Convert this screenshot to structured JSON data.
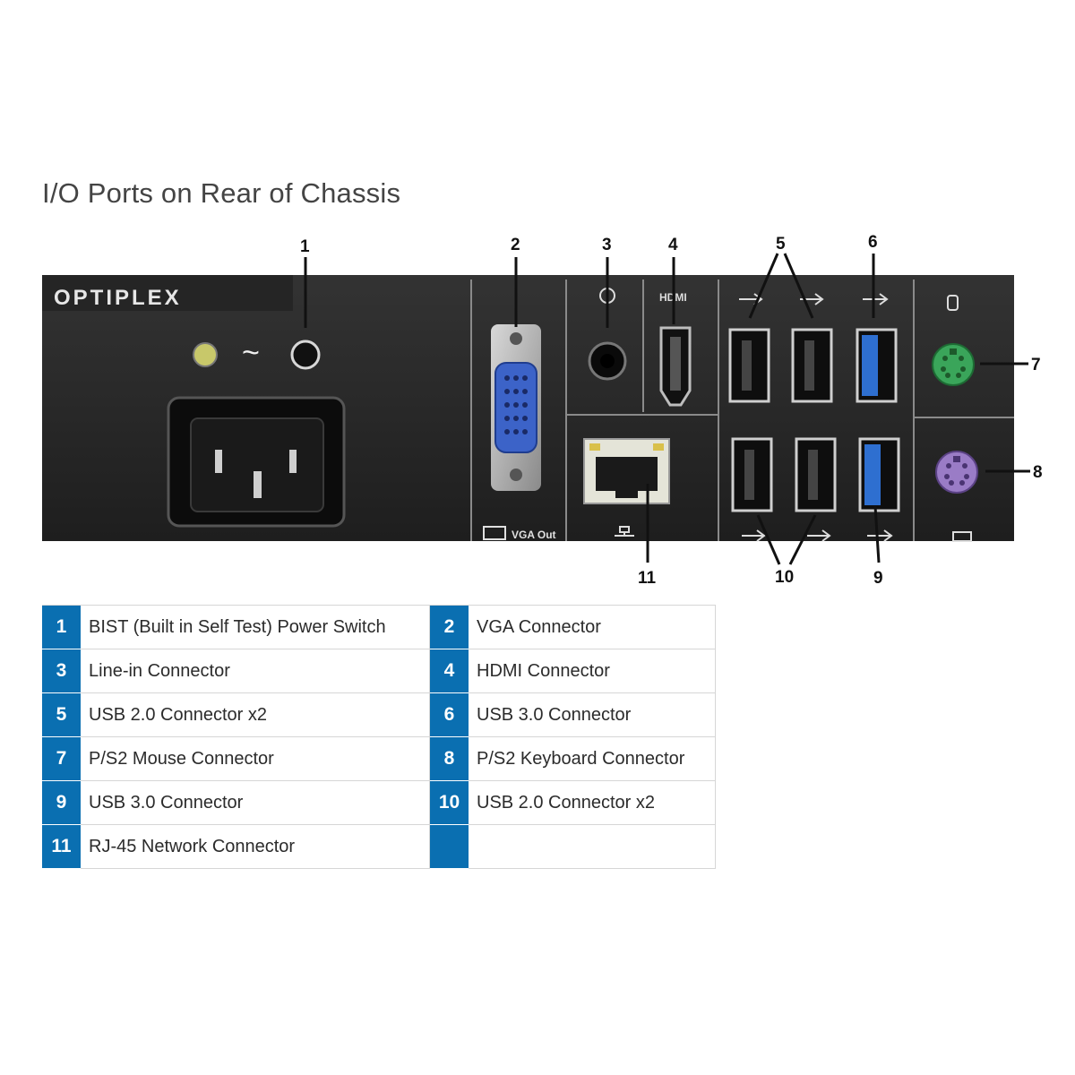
{
  "title": "I/O Ports on Rear of Chassis",
  "panel": {
    "brand": "OPTIPLEX",
    "vga_label": "VGA Out",
    "hdmi_label": "HDMI"
  },
  "callouts": [
    "1",
    "2",
    "3",
    "4",
    "5",
    "6",
    "7",
    "8",
    "9",
    "10",
    "11"
  ],
  "legend": [
    {
      "num": "1",
      "label": "BIST (Built in Self Test) Power Switch"
    },
    {
      "num": "2",
      "label": "VGA Connector"
    },
    {
      "num": "3",
      "label": "Line-in Connector"
    },
    {
      "num": "4",
      "label": "HDMI Connector"
    },
    {
      "num": "5",
      "label": "USB 2.0 Connector x2"
    },
    {
      "num": "6",
      "label": "USB 3.0 Connector"
    },
    {
      "num": "7",
      "label": "P/S2 Mouse Connector"
    },
    {
      "num": "8",
      "label": "P/S2 Keyboard Connector"
    },
    {
      "num": "9",
      "label": "USB 3.0 Connector"
    },
    {
      "num": "10",
      "label": "USB 2.0 Connector x2"
    },
    {
      "num": "11",
      "label": "RJ-45 Network Connector"
    },
    {
      "num": "",
      "label": ""
    }
  ],
  "colors": {
    "accent": "#0a6fb1",
    "panel": "#2a2a2a",
    "usb3": "#2e6fd0",
    "ps2_mouse": "#3aa55a",
    "ps2_keyboard": "#9a7cc6",
    "vga": "#3c63c8"
  }
}
